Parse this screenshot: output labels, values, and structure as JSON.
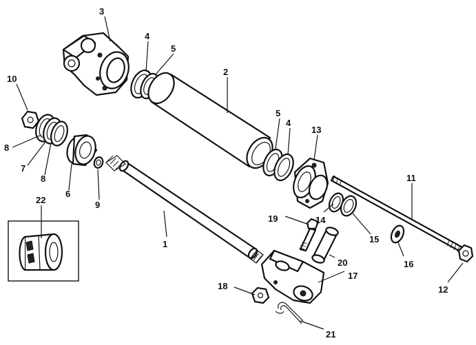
{
  "labels": {
    "l1": "1",
    "l2": "2",
    "l3": "3",
    "l4a": "4",
    "l4b": "4",
    "l5a": "5",
    "l5b": "5",
    "l6": "6",
    "l7": "7",
    "l8a": "8",
    "l8b": "8",
    "l9": "9",
    "l10": "10",
    "l11": "11",
    "l12": "12",
    "l13": "13",
    "l14": "14",
    "l15": "15",
    "l16": "16",
    "l17": "17",
    "l18": "18",
    "l19": "19",
    "l20": "20",
    "l21": "21",
    "l22": "22"
  }
}
